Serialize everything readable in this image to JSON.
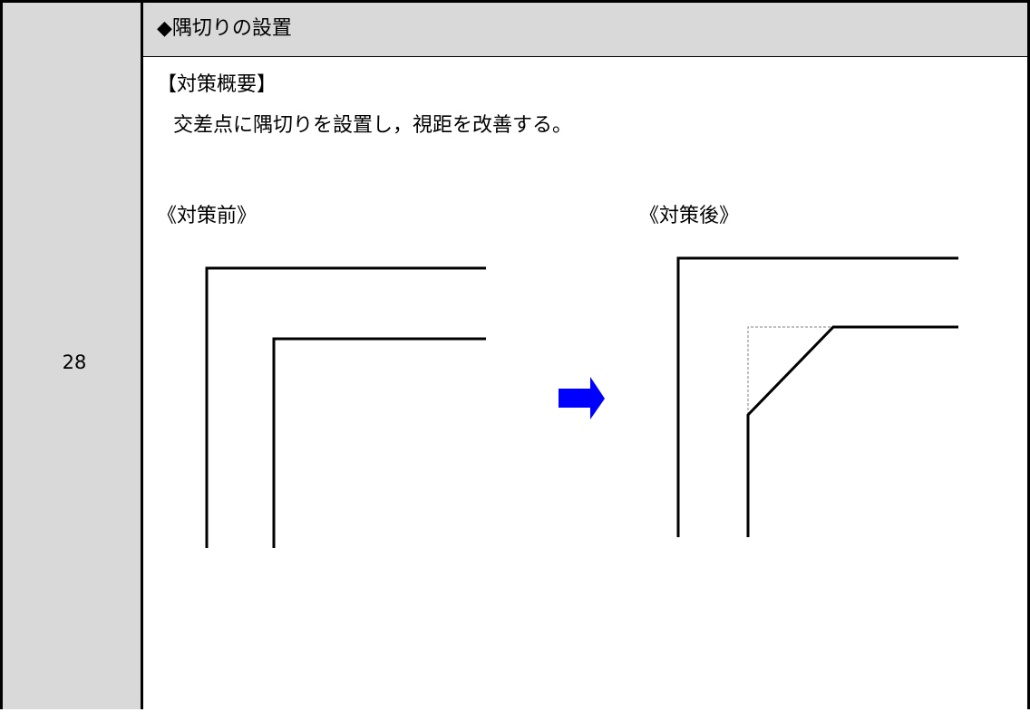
{
  "row": {
    "number": "28"
  },
  "header": {
    "title": "◆隅切りの設置"
  },
  "content": {
    "section_heading": "【対策概要】",
    "summary": "交差点に隅切りを設置し，視距を改善する。",
    "before_label": "《対策前》",
    "after_label": "《対策後》"
  },
  "colors": {
    "cell_background": "#d9d9d9",
    "arrow": "#0000ff",
    "line": "#000000",
    "dashed_guide": "#808080"
  },
  "icons": {
    "transition": "right-arrow-icon"
  }
}
